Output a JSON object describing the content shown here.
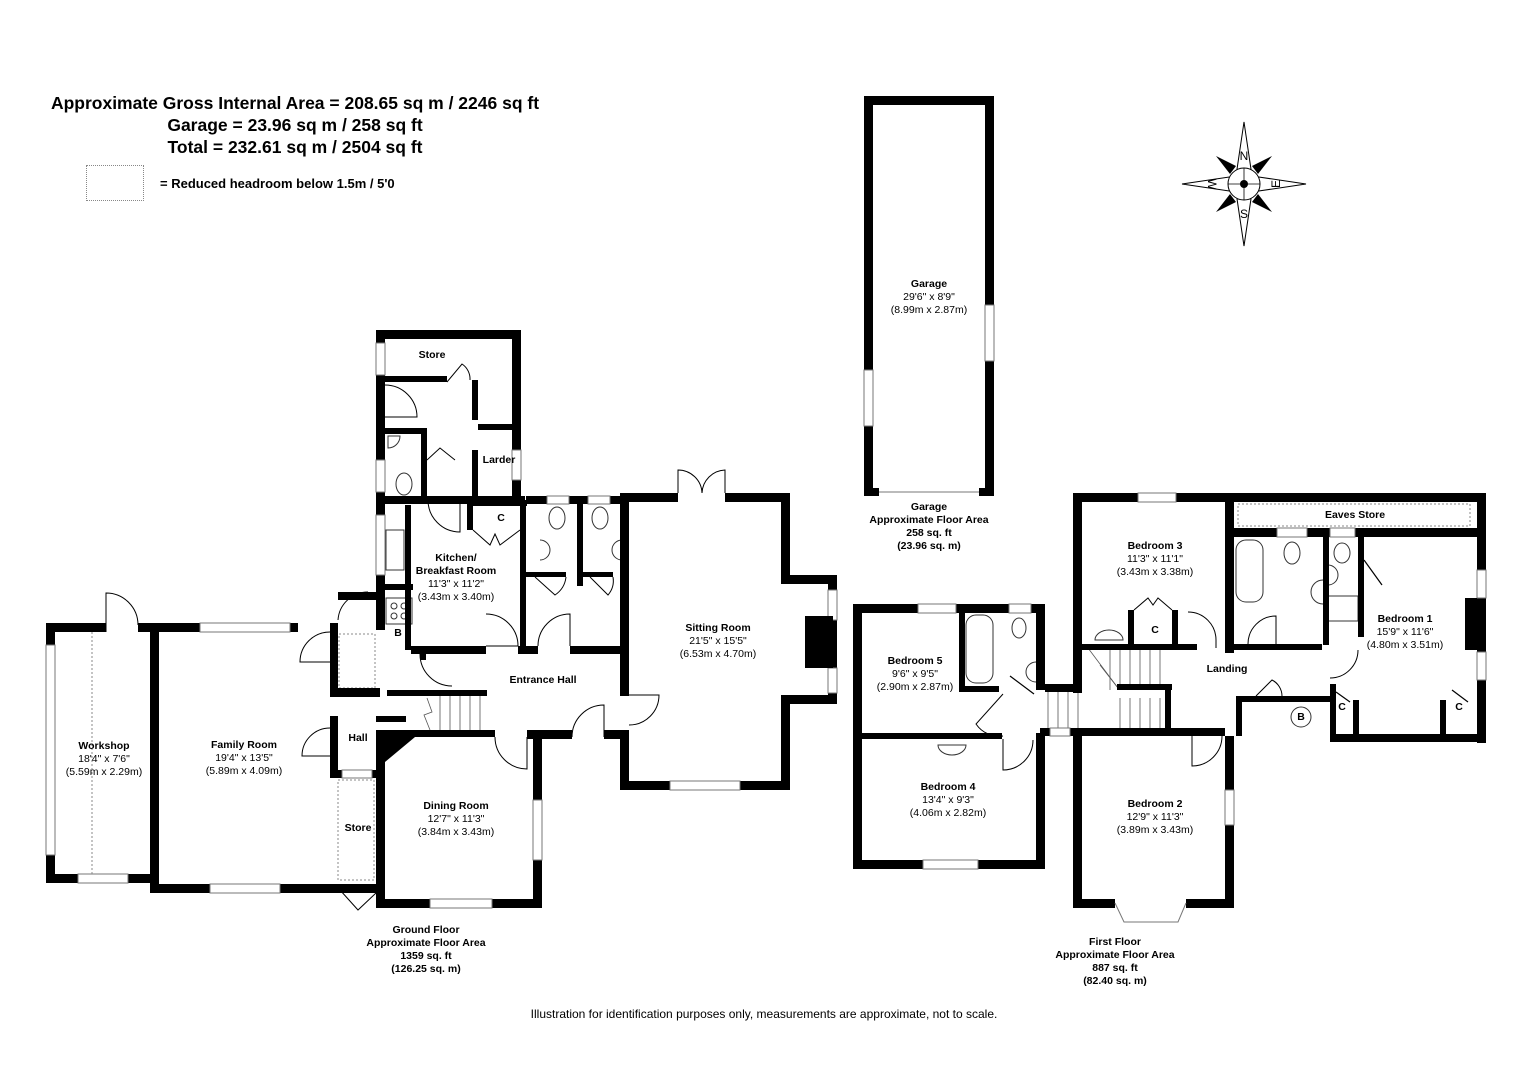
{
  "summary": {
    "gross_internal_area": "Approximate Gross Internal Area = 208.65 sq m / 2246 sq ft",
    "garage": "Garage = 23.96 sq m / 258 sq ft",
    "total": "Total = 232.61 sq m / 2504 sq ft"
  },
  "legend": {
    "reduced_headroom": "= Reduced headroom below 1.5m / 5'0"
  },
  "compass": {
    "n": "N",
    "e": "E",
    "s": "S",
    "w": "W"
  },
  "ground_floor": {
    "caption": [
      "Ground Floor",
      "Approximate Floor Area",
      "1359 sq. ft",
      "(126.25 sq. m)"
    ],
    "rooms": {
      "workshop": {
        "name": "Workshop",
        "imperial": "18'4\" x 7'6\"",
        "metric": "(5.59m x 2.29m)"
      },
      "family_room": {
        "name": "Family Room",
        "imperial": "19'4\" x 13'5\"",
        "metric": "(5.89m x 4.09m)"
      },
      "kitchen": {
        "name_line1": "Kitchen/",
        "name_line2": "Breakfast Room",
        "imperial": "11'3\" x 11'2\"",
        "metric": "(3.43m x 3.40m)"
      },
      "sitting_room": {
        "name": "Sitting Room",
        "imperial": "21'5\" x 15'5\"",
        "metric": "(6.53m x 4.70m)"
      },
      "dining_room": {
        "name": "Dining Room",
        "imperial": "12'7\" x 11'3\"",
        "metric": "(3.84m x 3.43m)"
      },
      "entrance_hall": {
        "name": "Entrance Hall"
      },
      "hall": {
        "name": "Hall"
      },
      "store_top": {
        "name": "Store"
      },
      "store_side": {
        "name": "Store"
      },
      "larder": {
        "name": "Larder"
      },
      "cupboard": {
        "name": "C"
      },
      "boiler": {
        "name": "B"
      }
    }
  },
  "garage": {
    "room": {
      "name": "Garage",
      "imperial": "29'6\" x 8'9\"",
      "metric": "(8.99m x 2.87m)"
    },
    "caption": [
      "Garage",
      "Approximate Floor Area",
      "258 sq. ft",
      "(23.96 sq. m)"
    ]
  },
  "first_floor": {
    "caption": [
      "First Floor",
      "Approximate Floor Area",
      "887 sq. ft",
      "(82.40 sq. m)"
    ],
    "rooms": {
      "bedroom1": {
        "name": "Bedroom 1",
        "imperial": "15'9\" x 11'6\"",
        "metric": "(4.80m x 3.51m)"
      },
      "bedroom2": {
        "name": "Bedroom 2",
        "imperial": "12'9\" x 11'3\"",
        "metric": "(3.89m x 3.43m)"
      },
      "bedroom3": {
        "name": "Bedroom 3",
        "imperial": "11'3\" x 11'1\"",
        "metric": "(3.43m x 3.38m)"
      },
      "bedroom4": {
        "name": "Bedroom 4",
        "imperial": "13'4\" x 9'3\"",
        "metric": "(4.06m x 2.82m)"
      },
      "bedroom5": {
        "name": "Bedroom 5",
        "imperial": "9'6\" x 9'5\"",
        "metric": "(2.90m x 2.87m)"
      },
      "landing": {
        "name": "Landing"
      },
      "eaves_store": {
        "name": "Eaves Store"
      },
      "cupboard_b3": {
        "name": "C"
      },
      "cupboard_b1a": {
        "name": "C"
      },
      "cupboard_b1b": {
        "name": "C"
      },
      "boiler": {
        "name": "B"
      }
    }
  },
  "disclaimer": "Illustration for identification purposes only, measurements are approximate, not to scale."
}
